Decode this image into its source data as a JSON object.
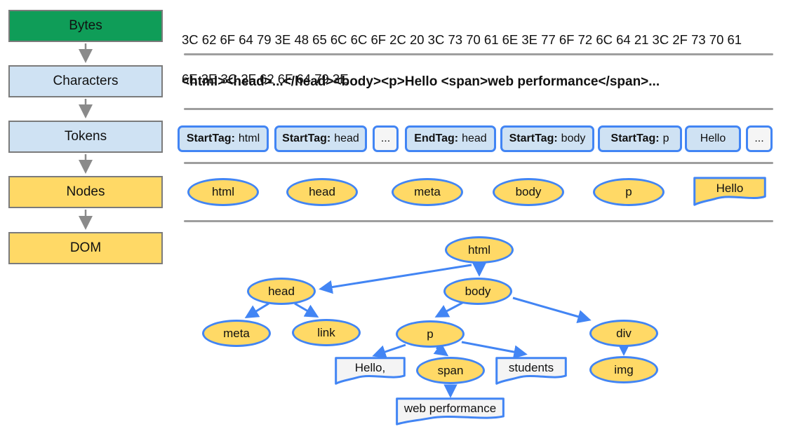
{
  "pipeline": {
    "stages": [
      {
        "label": "Bytes"
      },
      {
        "label": "Characters"
      },
      {
        "label": "Tokens"
      },
      {
        "label": "Nodes"
      },
      {
        "label": "DOM"
      }
    ]
  },
  "bytes": {
    "lines": [
      "3C 62 6F 64 79 3E 48 65 6C 6C 6F 2C 20 3C 73 70 61 6E 3E 77 6F 72 6C 64 21 3C 2F 73 70 61",
      "6E 3E 3C 2F 62 6F 64 79 3E"
    ]
  },
  "characters": {
    "text": "<html><head>...</head><body><p>Hello <span>web performance</span>..."
  },
  "tokens": {
    "items": [
      {
        "prefix": "StartTag:",
        "value": "html"
      },
      {
        "prefix": "StartTag:",
        "value": "head"
      },
      {
        "prefix": "",
        "value": "..."
      },
      {
        "prefix": "EndTag:",
        "value": "head"
      },
      {
        "prefix": "StartTag:",
        "value": "body"
      },
      {
        "prefix": "StartTag:",
        "value": "p"
      },
      {
        "prefix": "",
        "value": "Hello"
      },
      {
        "prefix": "",
        "value": "..."
      }
    ]
  },
  "nodes_row": {
    "ellipses": [
      {
        "label": "html"
      },
      {
        "label": "head"
      },
      {
        "label": "meta"
      },
      {
        "label": "body"
      },
      {
        "label": "p"
      }
    ],
    "text_node": {
      "label": "Hello"
    }
  },
  "dom_tree": {
    "html": "html",
    "head": "head",
    "body": "body",
    "meta": "meta",
    "link": "link",
    "p": "p",
    "span": "span",
    "div": "div",
    "img": "img",
    "text_hello": "Hello,",
    "text_students": "students",
    "text_webperf": "web performance"
  },
  "colors": {
    "stage_green": "#0f9d58",
    "stage_light_blue": "#cfe2f3",
    "stage_yellow": "#ffd966",
    "node_border_blue": "#4285f4",
    "node_fill_yellow": "#ffd966",
    "text_node_fill": "#f4f4f4",
    "divider_gray": "#9e9e9e",
    "pipeline_border_gray": "#7b7b7b"
  }
}
